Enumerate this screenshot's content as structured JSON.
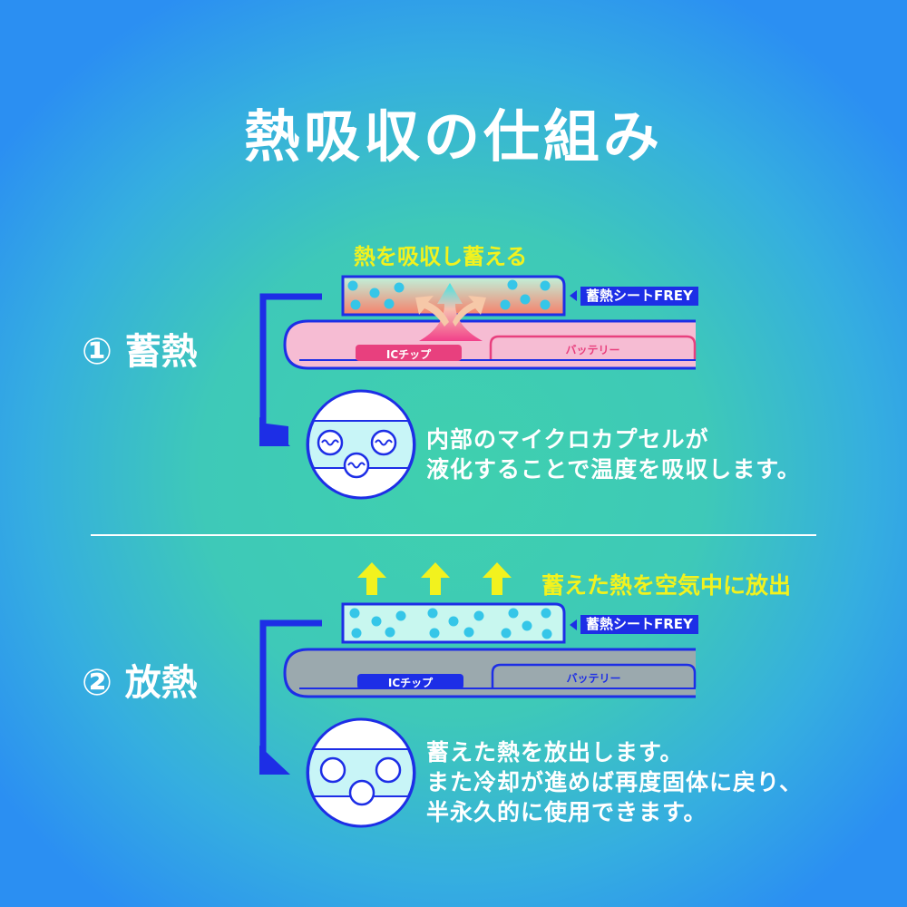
{
  "title": "熱吸収の仕組み",
  "sections": [
    {
      "label": "① 蓄熱",
      "caption": "熱を吸収し蓄える",
      "sheet_label": "蓄熱シートFREY",
      "chip_label": "ICチップ",
      "battery_label": "バッテリー",
      "description": [
        "内部のマイクロカプセルが",
        "液化することで温度を吸収します。"
      ]
    },
    {
      "label": "② 放熱",
      "caption": "蓄えた熱を空気中に放出",
      "sheet_label": "蓄熱シートFREY",
      "chip_label": "ICチップ",
      "battery_label": "バッテリー",
      "description": [
        "蓄えた熱を放出します。",
        "また冷却が進めば再度固体に戻り、",
        "半永久的に使用できます。"
      ]
    }
  ],
  "colors": {
    "accent": "#1d2ee6",
    "yellow": "#f2f21e",
    "pink": "#f6bcd3",
    "chip_pink": "#e8407e",
    "gray": "#9ba9ae",
    "dot": "#35c6e8"
  }
}
